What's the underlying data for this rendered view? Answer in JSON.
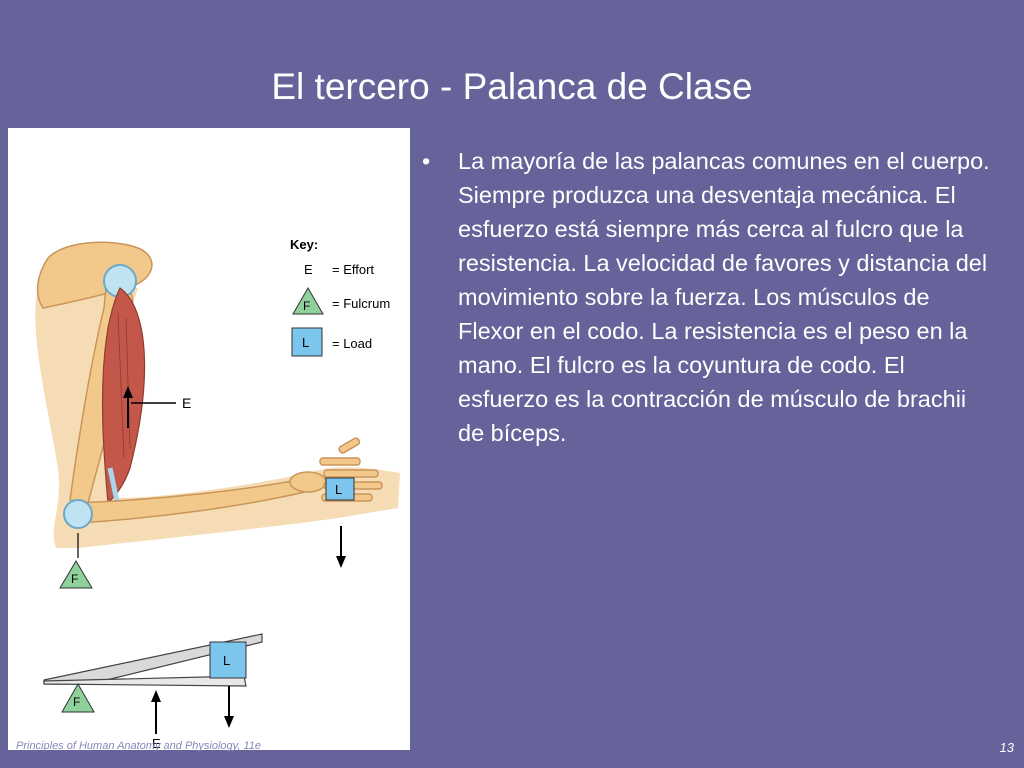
{
  "slide": {
    "title": "El tercero - Palanca de Clase",
    "bullet": "La mayoría de las palancas comunes en el cuerpo. Siempre produzca una desventaja mecánica. El esfuerzo está siempre más cerca al fulcro que la resistencia. La velocidad de favores y distancia del movimiento sobre la fuerza. Los músculos de Flexor en el codo. La resistencia es el peso en la mano. El fulcro es la coyuntura de codo. El esfuerzo es la contracción de músculo de brachii de bíceps.",
    "footer": "Principles of Human Anatomy and Physiology, 11e",
    "page_number": "13"
  },
  "figure": {
    "key_title": "Key:",
    "key_effort_symbol": "E",
    "key_effort": "= Effort",
    "key_fulcrum_symbol": "F",
    "key_fulcrum": "= Fulcrum",
    "key_load_symbol": "L",
    "key_load": "= Load",
    "arm_effort_label": "E",
    "arm_fulcrum_label": "F",
    "arm_load_label": "L",
    "lever_load_label": "L",
    "lever_fulcrum_label": "F",
    "lever_effort_label": "E",
    "colors": {
      "fulcrum_fill": "#8fd19a",
      "load_fill": "#7cc6ee",
      "bone": "#f2c98a",
      "muscle": "#c2574a",
      "skin": "#f6dcb4"
    }
  }
}
